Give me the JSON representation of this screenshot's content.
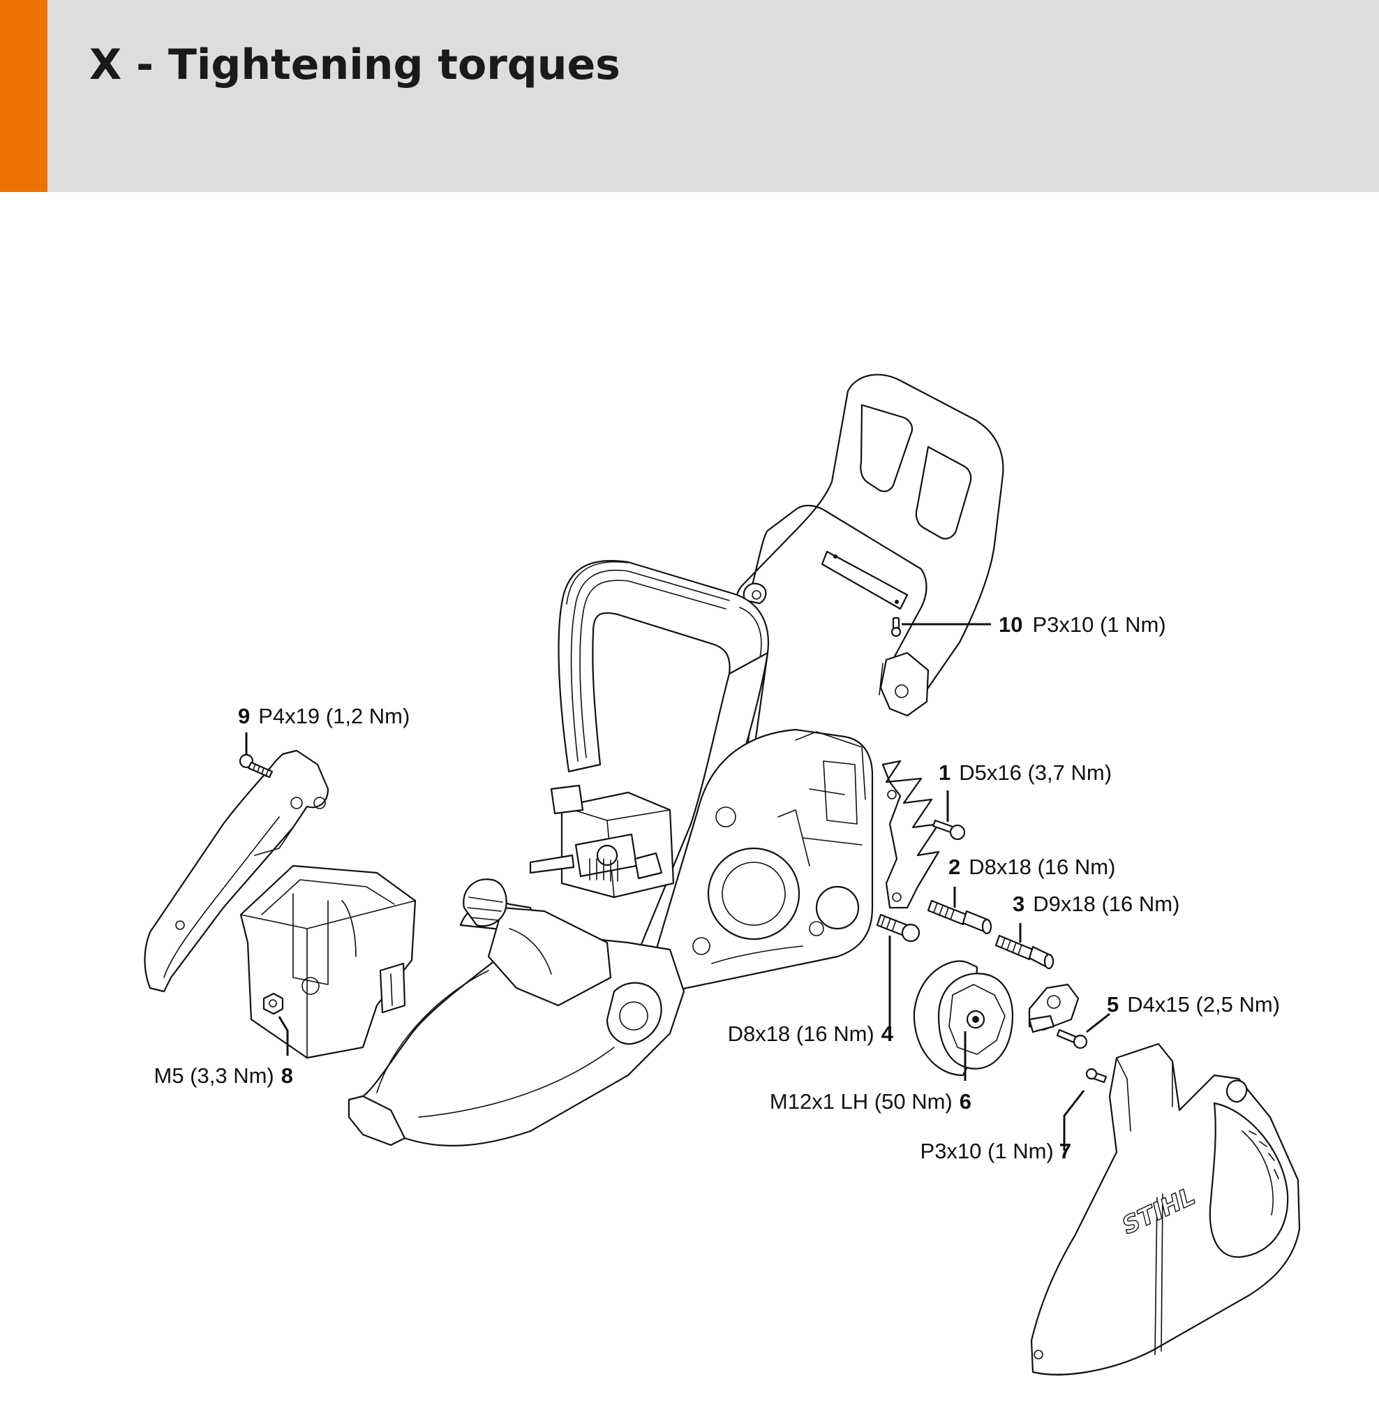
{
  "header": {
    "title": "X - Tightening torques",
    "accent_color": "#ee7203",
    "band_color": "#dcdddc"
  },
  "callouts": [
    {
      "number": "1",
      "spec": "D5x16 (3,7 Nm)"
    },
    {
      "number": "2",
      "spec": "D8x18 (16 Nm)"
    },
    {
      "number": "3",
      "spec": "D9x18 (16 Nm)"
    },
    {
      "number": "4",
      "spec": "D8x18 (16 Nm)"
    },
    {
      "number": "5",
      "spec": "D4x15 (2,5 Nm)"
    },
    {
      "number": "6",
      "spec": "M12x1 LH (50 Nm)"
    },
    {
      "number": "7",
      "spec": "P3x10 (1 Nm)"
    },
    {
      "number": "8",
      "spec": "M5 (3,3 Nm)"
    },
    {
      "number": "9",
      "spec": "P4x19 (1,2 Nm)"
    },
    {
      "number": "10",
      "spec": "P3x10 (1 Nm)"
    }
  ],
  "brand_mark": "STIHL"
}
